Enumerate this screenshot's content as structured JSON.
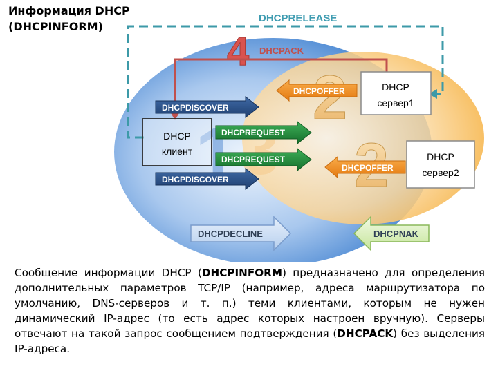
{
  "title": {
    "line1": "Информация DHCP",
    "line2": "(DHCPINFORM)"
  },
  "diagram": {
    "release_label": "DHCPRELEASE",
    "ack_step": "4",
    "ack_label": "DHCPACK",
    "offer1_step": "2",
    "offer1_label": "DHCPOFFER",
    "server1_line1": "DHCP",
    "server1_line2": "сервер1",
    "discover1_label": "DHCPDISCOVER",
    "client_line1": "DHCP",
    "client_line2": "клиент",
    "request_step": "3",
    "request1_label": "DHCPREQUEST",
    "request2_label": "DHCPREQUEST",
    "offer2_step": "2",
    "offer2_label": "DHCPOFFER",
    "server2_line1": "DHCP",
    "server2_line2": "сервер2",
    "discover2_label": "DHCPDISCOVER",
    "discover_step": "1",
    "decline_label": "DHCPDECLINE",
    "nak_label": "DHCPNAK"
  },
  "description": {
    "t1": "Сообщение информации DHCP (",
    "t2": "DHCPINFORM",
    "t3": ") предназначено для определения дополнительных параметров TCP/IP (например, адреса маршрутизатора по умолчанию, DNS-серверов и т. п.) теми клиентами, которым не нужен динамический IP-адрес (то есть адрес которых настроен вручную). Серверы отвечают на такой запрос сообщением подтверждения (",
    "t4": "DHCPACK",
    "t5": ") без выделения IP-адреса."
  },
  "colors": {
    "blue_ellipse": "#3d7fcf",
    "orange_ellipse": "#f6b54a",
    "dashed_line": "#3d9aa8",
    "ack_line": "#c0504d",
    "request_arrow": "#1e8a3a",
    "offer_arrow": "#f28c1e",
    "discover_arrow": "#2a4f86",
    "decline_arrow": "#c8dcf2",
    "nak_arrow": "#d8efb8"
  }
}
